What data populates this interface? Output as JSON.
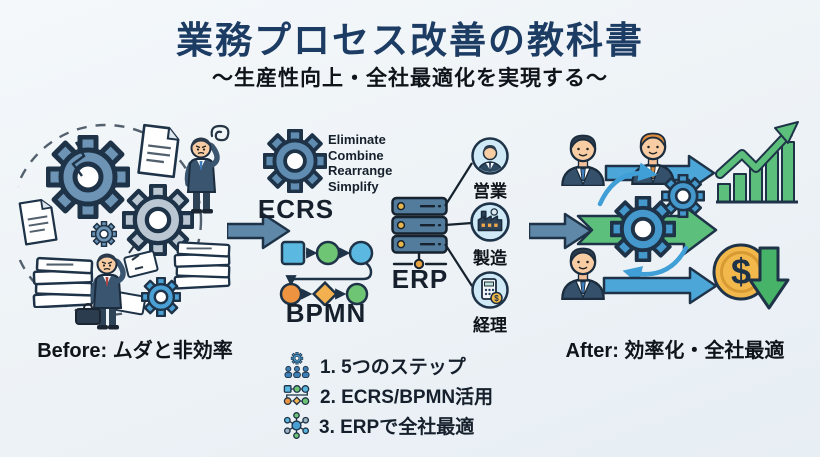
{
  "header": {
    "title": "業務プロセス改善の教科書",
    "subtitle": "〜生産性向上・全社最適化を実現する〜"
  },
  "before": {
    "label": "Before: ムダと非効率"
  },
  "process": {
    "ecrs": {
      "items": [
        "Eliminate",
        "Combine",
        "Rearrange",
        "Simplify"
      ],
      "label": "ECRS"
    },
    "bpmn": {
      "label": "BPMN"
    },
    "erp": {
      "label": "ERP",
      "departments": [
        {
          "name": "営業",
          "icon": "salesperson-icon"
        },
        {
          "name": "製造",
          "icon": "factory-icon"
        },
        {
          "name": "経理",
          "icon": "accounting-calculator-icon"
        }
      ]
    }
  },
  "after": {
    "label": "After: 効率化・全社最適"
  },
  "summary": {
    "items": [
      {
        "icon": "team-gear-icon",
        "text": "1. 5つのステップ"
      },
      {
        "icon": "mini-flowchart-icon",
        "text": "2. ECRS/BPMN活用"
      },
      {
        "icon": "network-icon",
        "text": "3. ERPで全社最適"
      }
    ]
  },
  "symbols": {
    "dollar": "$"
  },
  "colors": {
    "background": "#edf2f6",
    "title_navy": "#1c3c63",
    "text_dark": "#16202c",
    "steel_blue": "#5f87a8",
    "bright_blue": "#4da6d8",
    "green": "#5cbf7b",
    "orange": "#ee9c42",
    "coin_gold": "#f2b84b"
  }
}
